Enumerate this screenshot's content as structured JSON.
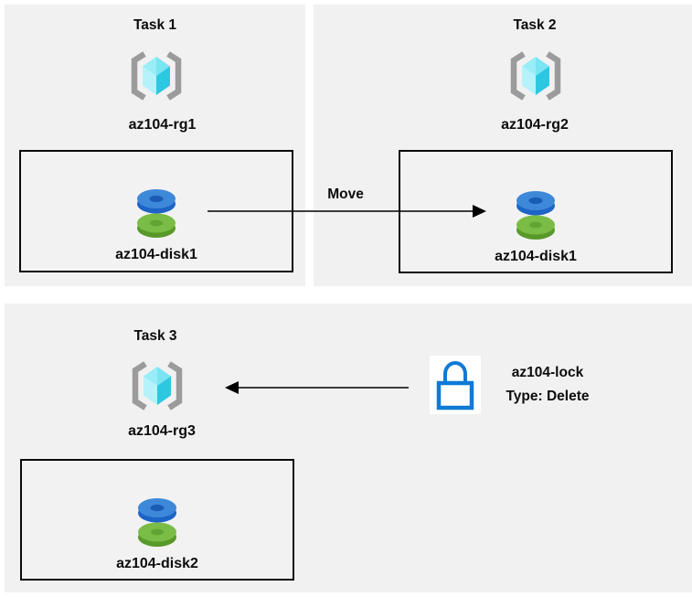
{
  "tasks": [
    {
      "title": "Task 1",
      "resource_group": "az104-rg1",
      "disk": "az104-disk1"
    },
    {
      "title": "Task 2",
      "resource_group": "az104-rg2",
      "disk": "az104-disk1"
    },
    {
      "title": "Task 3",
      "resource_group": "az104-rg3",
      "disk": "az104-disk2"
    }
  ],
  "move_arrow": {
    "label": "Move"
  },
  "lock": {
    "name": "az104-lock",
    "type": "Type: Delete"
  },
  "icons": {
    "resource_group": "resource-group-icon",
    "disk": "disk-icon",
    "lock": "lock-icon",
    "move_arrow": "arrow-right-icon",
    "lock_arrow": "arrow-left-icon"
  },
  "colors": {
    "panel_bg": "#f1f1f1",
    "box_bg": "#f2f2f2",
    "arrow": "#000000",
    "lock_blue": "#0e7ad6",
    "bracket_gray": "#9b9b9b",
    "cube_top_left": "#98edf7",
    "cube_top_right": "#79e4f2",
    "cube_left": "#b6f2fa",
    "cube_right": "#2cc8e2",
    "disk_blue_top": "#3d88d8",
    "disk_blue_rim": "#1d64c6",
    "disk_blue_hole": "#1a5bb4",
    "disk_green_top": "#7abc45",
    "disk_green_rim": "#58992a",
    "disk_green_hole": "#61a434"
  }
}
